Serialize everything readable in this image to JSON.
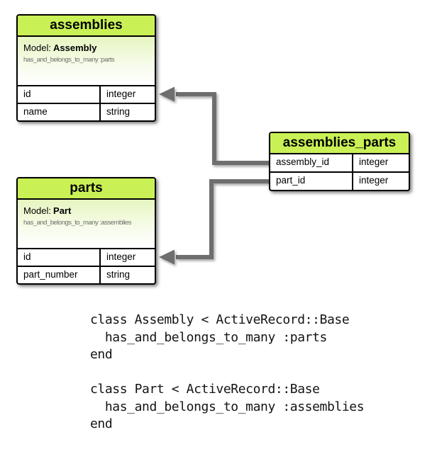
{
  "diagram": {
    "tables": [
      {
        "title": "assemblies",
        "model_label": "Model:",
        "model_name": "Assembly",
        "association": "has_and_belongs_to_many :parts",
        "columns": [
          {
            "name": "id",
            "type": "integer"
          },
          {
            "name": "name",
            "type": "string"
          }
        ]
      },
      {
        "title": "parts",
        "model_label": "Model:",
        "model_name": "Part",
        "association": "has_and_belongs_to_many :assemblies",
        "columns": [
          {
            "name": "id",
            "type": "integer"
          },
          {
            "name": "part_number",
            "type": "string"
          }
        ]
      },
      {
        "title": "assemblies_parts",
        "columns": [
          {
            "name": "assembly_id",
            "type": "integer"
          },
          {
            "name": "part_id",
            "type": "integer"
          }
        ]
      }
    ],
    "connectors": [
      {
        "from": "assemblies_parts.assembly_id",
        "to": "assemblies.id"
      },
      {
        "from": "assemblies_parts.part_id",
        "to": "parts.id"
      }
    ],
    "colors": {
      "table_header_green": "#c9f156",
      "connector_gray": "#6e6e6e",
      "border_black": "#000000"
    }
  },
  "code_blocks": [
    {
      "text": "class Assembly < ActiveRecord::Base\n  has_and_belongs_to_many :parts\nend"
    },
    {
      "text": "class Part < ActiveRecord::Base\n  has_and_belongs_to_many :assemblies\nend"
    }
  ]
}
